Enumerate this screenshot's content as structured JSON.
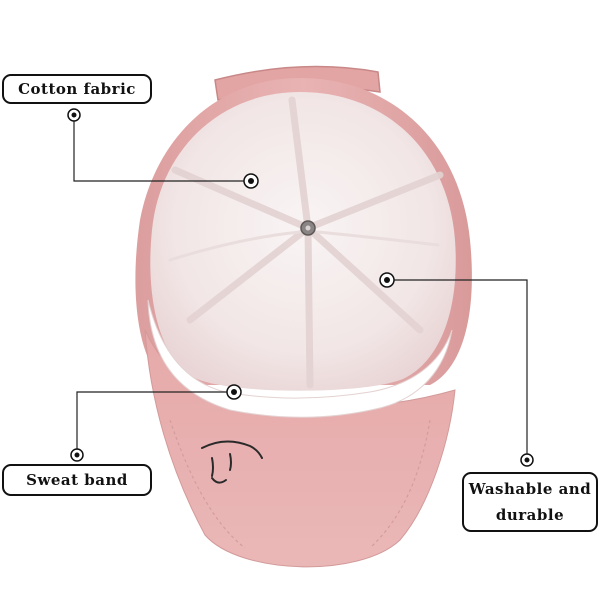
{
  "labels": {
    "cotton_fabric": "Cotton fabric",
    "sweat_band": "Sweat band",
    "washable_line1": "Washable and",
    "washable_line2": "durable"
  },
  "colors": {
    "cap_pink": "#e8aeae",
    "brim_pink": "#e9b2b2",
    "lining_white": "#f7f1f1",
    "callout_border": "#111111",
    "leader_line": "#222222"
  }
}
